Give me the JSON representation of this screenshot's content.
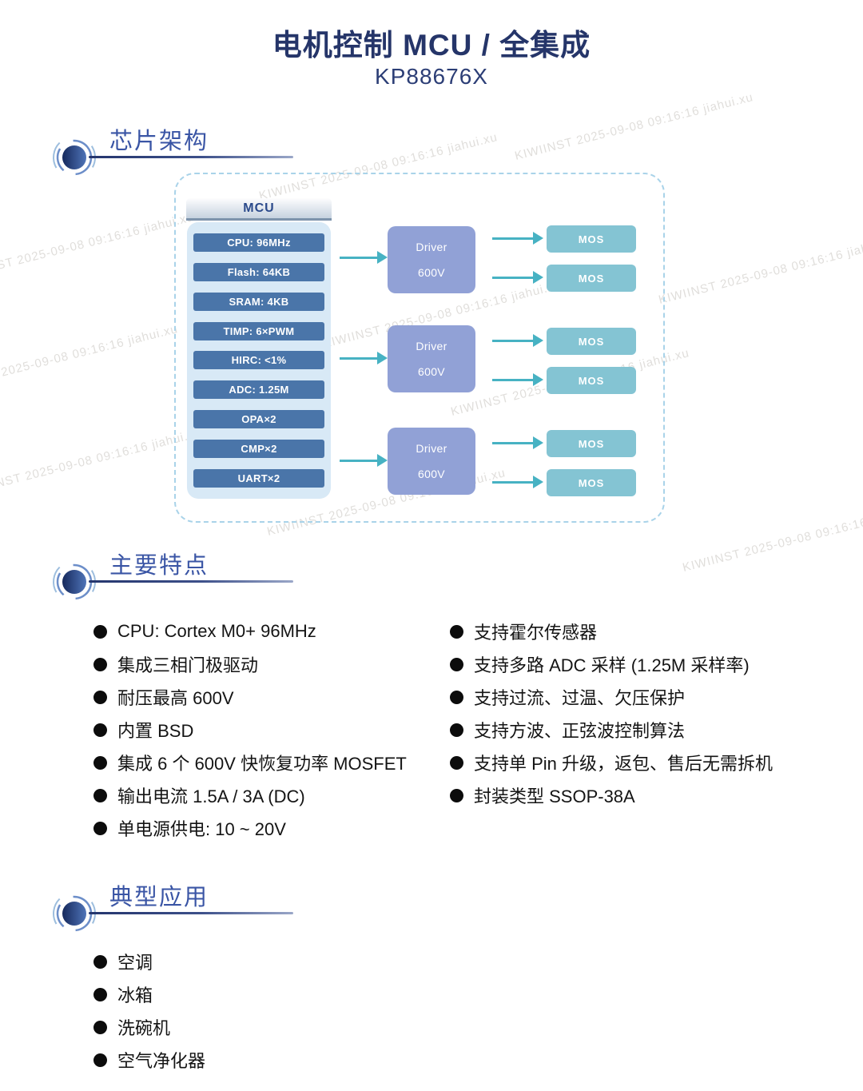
{
  "page": {
    "title": "电机控制 MCU / 全集成",
    "subtitle": "KP88676X"
  },
  "sections": {
    "architecture": {
      "title": "芯片架构"
    },
    "features": {
      "title": "主要特点"
    },
    "applications": {
      "title": "典型应用"
    }
  },
  "diagram": {
    "mcu_label": "MCU",
    "mcu_blocks": [
      "CPU: 96MHz",
      "Flash: 64KB",
      "SRAM: 4KB",
      "TIMP: 6×PWM",
      "HIRC: <1%",
      "ADC: 1.25M",
      "OPA×2",
      "CMP×2",
      "UART×2"
    ],
    "driver": {
      "line1": "Driver",
      "line2": "600V",
      "count": 3
    },
    "mos_label": "MOS",
    "mos_count": 6
  },
  "features": {
    "left": [
      "CPU: Cortex M0+ 96MHz",
      "集成三相门极驱动",
      "耐压最高 600V",
      "内置 BSD",
      "集成 6 个 600V 快恢复功率 MOSFET",
      "输出电流 1.5A / 3A (DC)",
      "单电源供电: 10 ~ 20V"
    ],
    "right": [
      "支持霍尔传感器",
      "支持多路 ADC 采样 (1.25M 采样率)",
      "支持过流、过温、欠压保护",
      "支持方波、正弦波控制算法",
      "支持单 Pin 升级，返包、售后无需拆机",
      "封装类型 SSOP-38A"
    ]
  },
  "applications": [
    "空调",
    "冰箱",
    "洗碗机",
    "空气净化器"
  ],
  "watermark": {
    "text": "KIWIINST  2025-09-08  09:16:16  jiahui.xu"
  },
  "colors": {
    "title_navy": "#253569",
    "section_blue": "#3a55a5",
    "mcu_block_blue": "#4a75a9",
    "mcu_body_bg": "#d8e9f6",
    "driver_purple": "#91a1d6",
    "mos_teal": "#84c4d3",
    "arrow_teal": "#47b2c3",
    "dashed_border": "#a9d3e9"
  }
}
